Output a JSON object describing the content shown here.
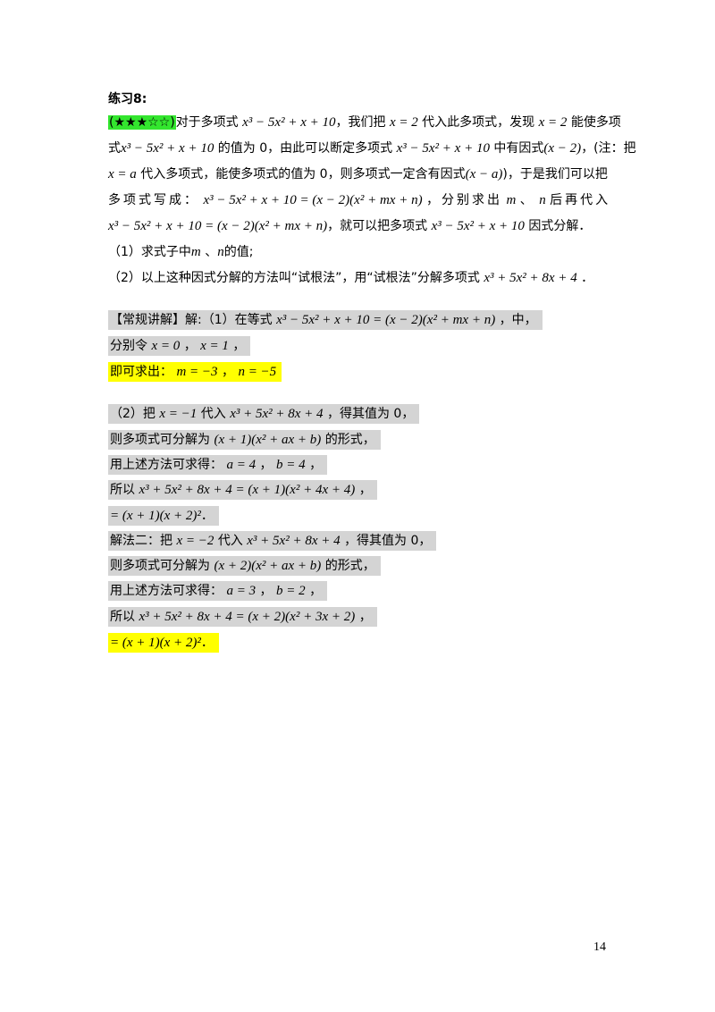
{
  "problem": {
    "title": "练习8:",
    "stars": "(★★★☆☆)",
    "l1a": "对于多项式",
    "l1m1": "x³ − 5x² + x + 10",
    "l1b": "，我们把",
    "l1m2": "x = 2",
    "l1c": "代入此多项式，发现",
    "l1m3": "x = 2",
    "l1d": "能使多项",
    "l2a": "式",
    "l2m1": "x³ − 5x² + x + 10",
    "l2b": "的值为 0，由此可以断定多项式",
    "l2m2": "x³ − 5x² + x + 10",
    "l2c": "中有因式",
    "l2m3": "(x − 2)",
    "l2d": "，(注：把",
    "l3m1": "x = a",
    "l3a": "代入多项式，能使多项式的值为 0，则多项式一定含有因式",
    "l3m2": "(x − a)",
    "l3b": ")，于是我们可以把",
    "l4a": "多项式写成：",
    "l4m1": "x³ − 5x² + x + 10 = (x − 2)(x² + mx + n)",
    "l4b": "，分别求出",
    "l4m2": "m",
    "l4c": "、",
    "l4m3": "n",
    "l4d": "后再代入",
    "l5m1": "x³ − 5x² + x + 10 = (x − 2)(x² + mx + n)",
    "l5a": "，就可以把多项式",
    "l5m2": "x³ − 5x² + x + 10",
    "l5b": "因式分解．",
    "q1a": "（1）求式子中",
    "q1m1": "m",
    "q1b": "、",
    "q1m2": "n",
    "q1c": "的值;",
    "q2a": "（2）以上这种因式分解的方法叫“试根法”，用“试根法”分解多项式",
    "q2m1": "x³ + 5x² + 8x + 4",
    "q2b": "．"
  },
  "solution": {
    "s1a": "【常规讲解】解:（1）在等式",
    "s1m1": "x³ − 5x² + x + 10 = (x − 2)(x² + mx + n)",
    "s1b": "，中，",
    "s2a": "分别令",
    "s2m1": "x = 0",
    "s2b": "，",
    "s2m2": "x = 1",
    "s2c": "，",
    "s3a": "即可求出：",
    "s3m1": "m = −3",
    "s3b": "，",
    "s3m2": "n = −5",
    "s4a": "（2）把",
    "s4m1": "x = −1",
    "s4b": "代入",
    "s4m2": "x³ + 5x² + 8x + 4",
    "s4c": "，得其值为 0，",
    "s5a": "则多项式可分解为",
    "s5m1": "(x + 1)(x² + ax + b)",
    "s5b": "的形式，",
    "s6a": "用上述方法可求得：",
    "s6m1": "a = 4",
    "s6b": "，",
    "s6m2": "b = 4",
    "s6c": "，",
    "s7a": "所以",
    "s7m1": "x³ + 5x² + 8x + 4 = (x + 1)(x² + 4x + 4)",
    "s7b": "，",
    "s8m1": "= (x + 1)(x + 2)²",
    "s8a": "．",
    "s9a": "解法二：把",
    "s9m1": "x = −2",
    "s9b": "代入",
    "s9m2": "x³ + 5x² + 8x + 4",
    "s9c": "，得其值为 0，",
    "s10a": "则多项式可分解为",
    "s10m1": "(x + 2)(x² + ax + b)",
    "s10b": "的形式，",
    "s11a": "用上述方法可求得：",
    "s11m1": "a = 3",
    "s11b": "，",
    "s11m2": "b = 2",
    "s11c": "，",
    "s12a": "所以",
    "s12m1": "x³ + 5x² + 8x + 4 = (x + 2)(x² + 3x + 2)",
    "s12b": "，",
    "s13m1": "= (x + 1)(x + 2)²",
    "s13a": "．"
  },
  "page_number": "14"
}
